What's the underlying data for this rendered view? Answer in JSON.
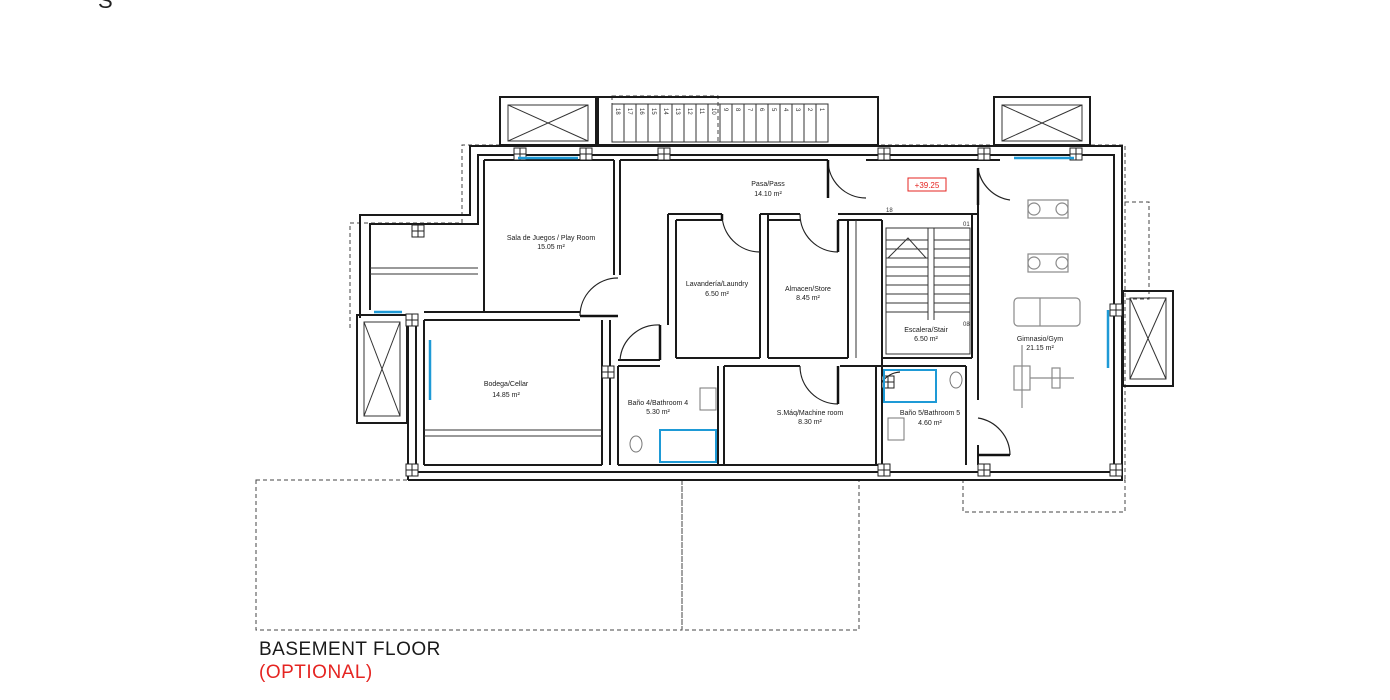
{
  "corner_mark": "S",
  "plan_title": "BASEMENT FLOOR",
  "plan_note": "(OPTIONAL)",
  "level_marker": "+39.25",
  "colors": {
    "accent": "#e52421",
    "glazing": "#1e9ad6",
    "walls": "#1a1a1a"
  },
  "rooms": [
    {
      "name": "Pasa/Pass",
      "area": "14.10 m²"
    },
    {
      "name": "Sala de Juegos / Play Room",
      "area": "15.05 m²"
    },
    {
      "name": "Lavandería/Laundry",
      "area": "6.50 m²"
    },
    {
      "name": "Almacen/Store",
      "area": "8.45 m²"
    },
    {
      "name": "Escalera/Stair",
      "area": "6.50 m²"
    },
    {
      "name": "Gimnasio/Gym",
      "area": "21.15 m²"
    },
    {
      "name": "Bodega/Cellar",
      "area": "14.85 m²"
    },
    {
      "name": "Baño 4/Bathroom 4",
      "area": "5.30 m²"
    },
    {
      "name": "S.Máq/Machine room",
      "area": "8.30 m²"
    },
    {
      "name": "Baño 5/Bathroom 5",
      "area": "4.60 m²"
    }
  ],
  "stair_numbers_top": [
    "18",
    "17",
    "16",
    "15",
    "14",
    "13",
    "12",
    "11",
    "10",
    "9",
    "8",
    "7",
    "6",
    "5",
    "4",
    "3",
    "2",
    "1"
  ],
  "stair_numbers_side": {
    "top_left": "18",
    "top_right": "01",
    "bottom_right": "08"
  }
}
